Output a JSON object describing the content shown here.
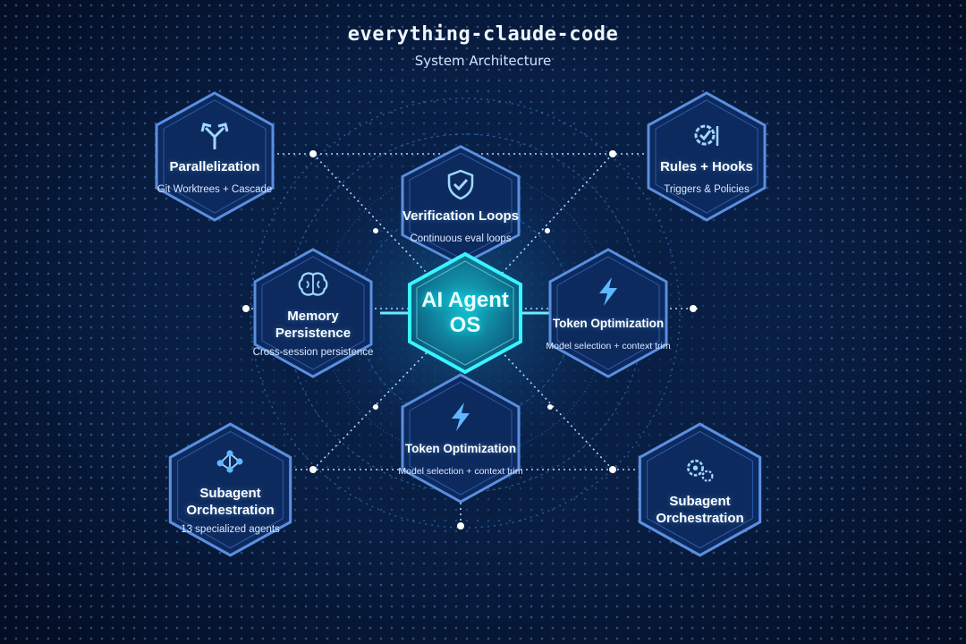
{
  "header": {
    "title": "everything-claude-code",
    "subtitle": "System Architecture"
  },
  "center": {
    "label_line1": "AI Agent",
    "label_line2": "OS"
  },
  "nodes": {
    "parallelization": {
      "icon": "split-arrows-icon",
      "label": "Parallelization",
      "desc": "Git Worktrees + Cascade"
    },
    "rules_hooks": {
      "icon": "gear-check-icon",
      "label": "Rules + Hooks",
      "desc": "Triggers & Policies"
    },
    "verification": {
      "icon": "shield-check-icon",
      "label": "Verification Loops",
      "desc": "Continuous eval loops"
    },
    "memory": {
      "icon": "brain-icon",
      "label_line1": "Memory",
      "label_line2": "Persistence",
      "desc": "Cross-session persistence"
    },
    "token_right": {
      "icon": "lightning-icon",
      "label": "Token Optimization",
      "desc": "Model selection + context trim"
    },
    "token_bottom": {
      "icon": "lightning-icon",
      "label": "Token Optimization",
      "desc": "Model selection + context trim"
    },
    "subagent_left": {
      "icon": "network-icon",
      "label_line1": "Subagent",
      "label_line2": "Orchestration",
      "desc": "13 specialized agents"
    },
    "subagent_right": {
      "icon": "gears-icon",
      "label_line1": "Subagent",
      "label_line2": "Orchestration"
    }
  },
  "colors": {
    "background": "#061634",
    "hex_fill": "#0d2a5e",
    "hex_border": "#5a8fe0",
    "center_fill": "#0b6f86",
    "center_border": "#39f3ff",
    "accent": "#7fd4ff"
  }
}
